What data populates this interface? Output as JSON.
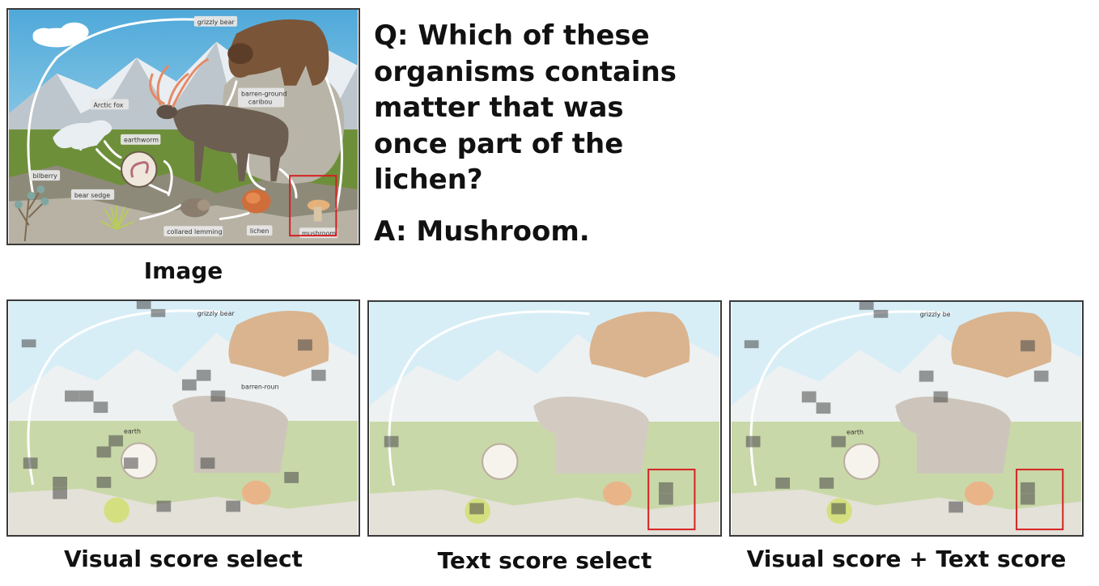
{
  "question": "Q: Which of these organisms contains matter that was once part of the lichen?",
  "answer": "A: Mushroom.",
  "captions": {
    "image": "Image",
    "visual": "Visual score select",
    "text": "Text score select",
    "combined": "Visual score + Text score"
  },
  "labels": {
    "grizzly": "grizzly bear",
    "grizzly_cut": "grizzly be",
    "caribou1": "barren-ground",
    "caribou2": "caribou",
    "barren_cut": "barren-roun",
    "fox": "Arctic fox",
    "earthworm": "earthworm",
    "earth_cut": "earth",
    "bilberry": "bilberry",
    "sedge": "bear sedge",
    "lemming": "collared lemming",
    "lichen": "lichen",
    "mushroom": "mushroom"
  },
  "colors": {
    "highlight_box": "#d42020",
    "sky": "#7fc4e6",
    "grass": "#6e8f3a"
  }
}
